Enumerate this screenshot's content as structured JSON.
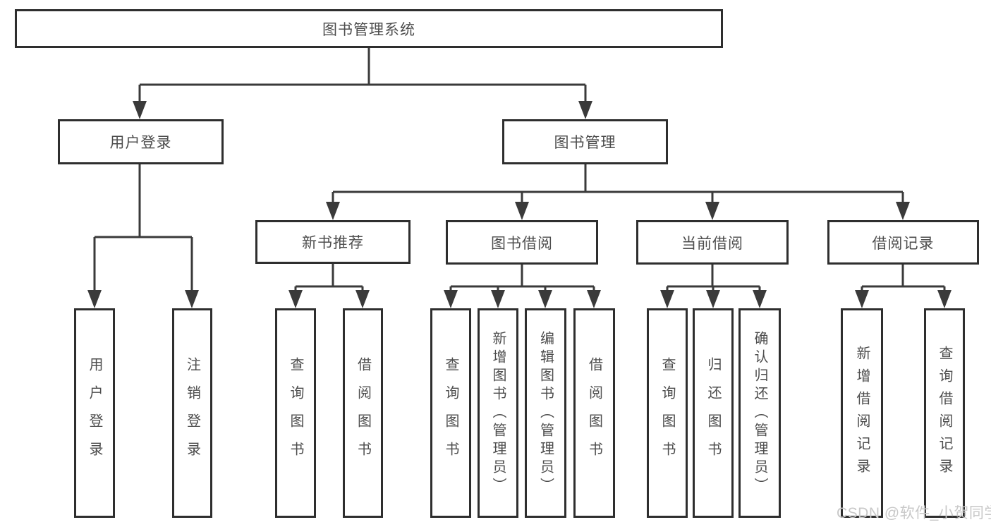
{
  "tree": {
    "label": "图书管理系统",
    "children": [
      {
        "label": "用户登录",
        "children": [
          {
            "label": "用户登录"
          },
          {
            "label": "注销登录"
          }
        ]
      },
      {
        "label": "图书管理",
        "children": [
          {
            "label": "新书推荐",
            "children": [
              {
                "label": "查询图书"
              },
              {
                "label": "借阅图书"
              }
            ]
          },
          {
            "label": "图书借阅",
            "children": [
              {
                "label": "查询图书"
              },
              {
                "label": "新增图书（管理员）"
              },
              {
                "label": "编辑图书（管理员）"
              },
              {
                "label": "借阅图书"
              }
            ]
          },
          {
            "label": "当前借阅",
            "children": [
              {
                "label": "查询图书"
              },
              {
                "label": "归还图书"
              },
              {
                "label": "确认归还（管理员）"
              }
            ]
          },
          {
            "label": "借阅记录",
            "children": [
              {
                "label": "新增借阅记录"
              },
              {
                "label": "查询借阅记录"
              }
            ]
          }
        ]
      }
    ]
  },
  "watermark": {
    "text": "CSDN @软件_小贺同学"
  },
  "colors": {
    "line": "#3a3a3a",
    "box-border": "#2e2e2e",
    "text": "#4d4d4d",
    "watermark": "#c8c8c8",
    "background": "#ffffff"
  }
}
